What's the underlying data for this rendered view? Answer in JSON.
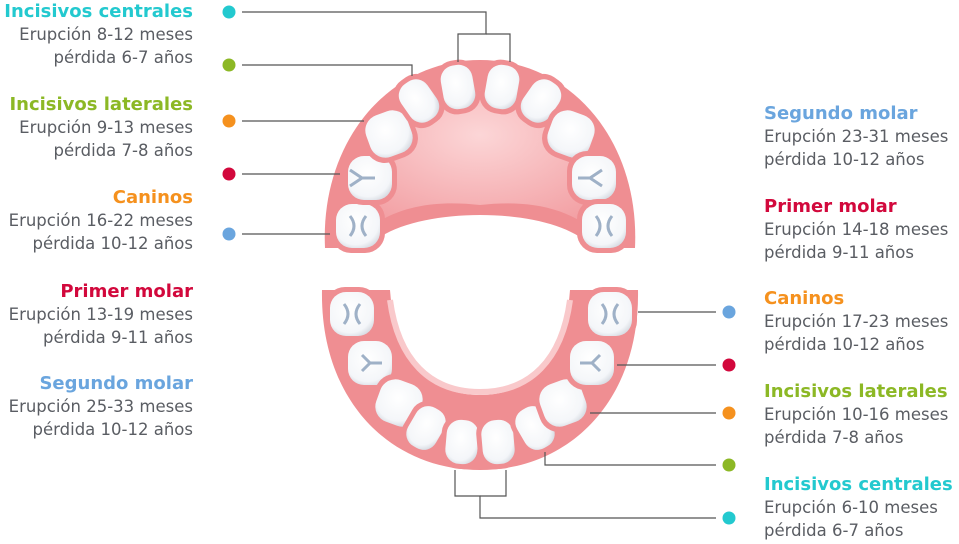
{
  "colors": {
    "central": "#23c9cf",
    "lateral": "#8cb825",
    "canine": "#f5911e",
    "first_molar": "#d2083c",
    "second_molar": "#6aa5de",
    "gum": "#ef8e92",
    "gum_light": "#f9c9cb",
    "tooth": "#ffffff",
    "connector": "#555555"
  },
  "upper": [
    {
      "name": "Incisivos centrales",
      "eruption": "Erupción 8-12 meses",
      "loss": "pérdida 6-7 años",
      "color": "central"
    },
    {
      "name": "Incisivos laterales",
      "eruption": "Erupción 9-13 meses",
      "loss": "pérdida 7-8 años",
      "color": "lateral"
    },
    {
      "name": "Caninos",
      "eruption": "Erupción 16-22 meses",
      "loss": "pérdida 10-12 años",
      "color": "canine"
    },
    {
      "name": "Primer molar",
      "eruption": "Erupción 13-19 meses",
      "loss": "pérdida 9-11 años",
      "color": "first_molar"
    },
    {
      "name": "Segundo molar",
      "eruption": "Erupción 25-33 meses",
      "loss": "pérdida 10-12 años",
      "color": "second_molar"
    }
  ],
  "lower": [
    {
      "name": "Segundo molar",
      "eruption": "Erupción 23-31 meses",
      "loss": "pérdida 10-12 años",
      "color": "second_molar"
    },
    {
      "name": "Primer molar",
      "eruption": "Erupción 14-18 meses",
      "loss": "pérdida 9-11 años",
      "color": "first_molar"
    },
    {
      "name": "Caninos",
      "eruption": "Erupción 17-23 meses",
      "loss": "pérdida 10-12 años",
      "color": "canine"
    },
    {
      "name": "Incisivos laterales",
      "eruption": "Erupción 10-16 meses",
      "loss": "pérdida 7-8 años",
      "color": "lateral"
    },
    {
      "name": "Incisivos centrales",
      "eruption": "Erupción 6-10 meses",
      "loss": "pérdida 6-7 años",
      "color": "central"
    }
  ]
}
